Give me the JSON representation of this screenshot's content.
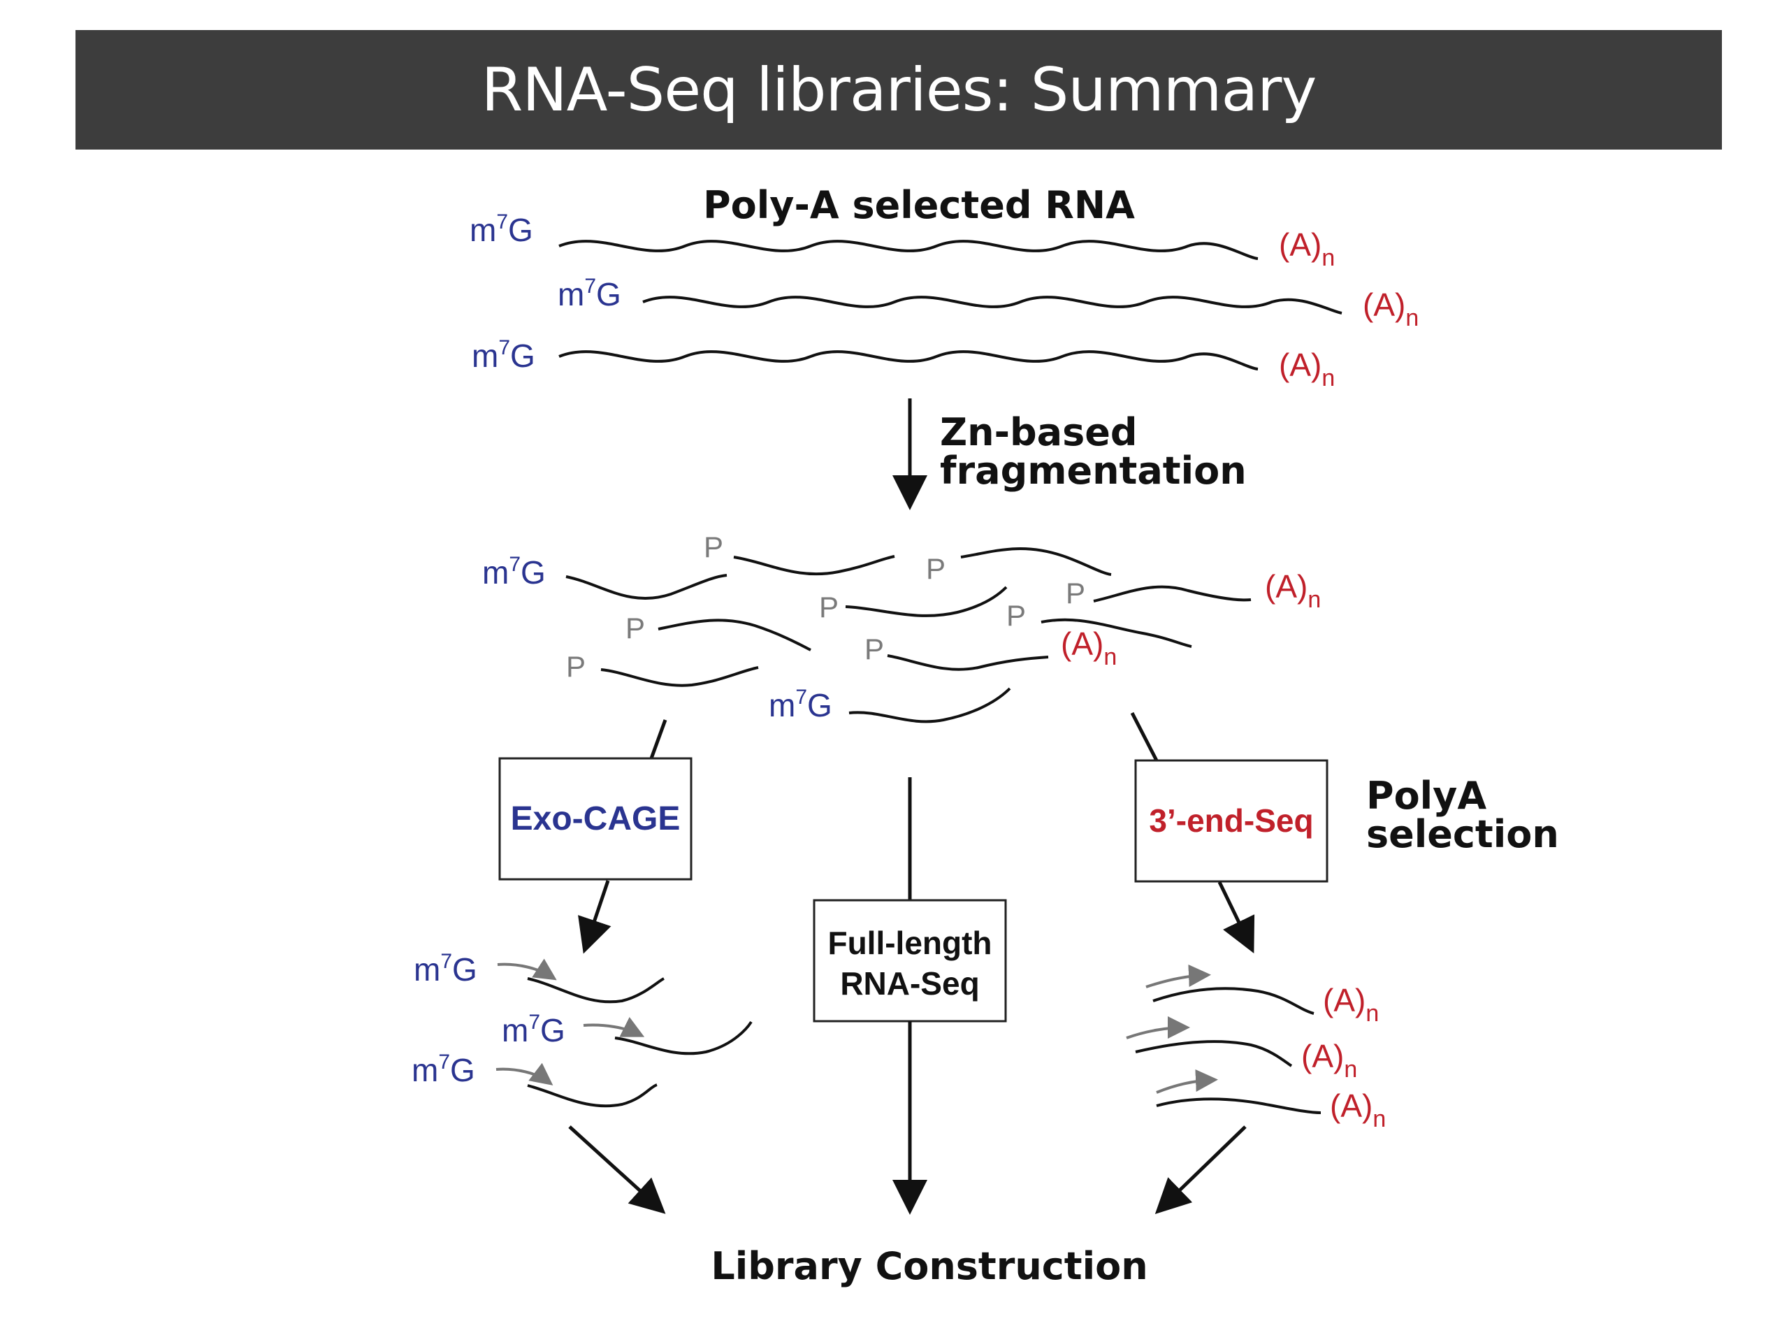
{
  "title": "RNA-Seq libraries: Summary",
  "labels": {
    "input": "Poly-A selected RNA",
    "fragmentation_line1": "Zn-based",
    "fragmentation_line2": "fragmentation",
    "polya_line1": "PolyA",
    "polya_line2": "selection",
    "output": "Library Construction"
  },
  "boxes": {
    "exo_cage": "Exo-CAGE",
    "three_end": "3’-end-Seq",
    "full_length_line1": "Full-length",
    "full_length_line2": "RNA-Seq"
  },
  "markers": {
    "cap_base": "m",
    "cap_sup": "7",
    "cap_end": "G",
    "tail_base": "(A)",
    "tail_sub": "n",
    "phosphate": "P"
  },
  "colors": {
    "title_bar": "#3d3d3d",
    "cap": "#2a3490",
    "tail": "#c0202a",
    "phosphate": "#7a7a7a",
    "line": "#111111"
  }
}
